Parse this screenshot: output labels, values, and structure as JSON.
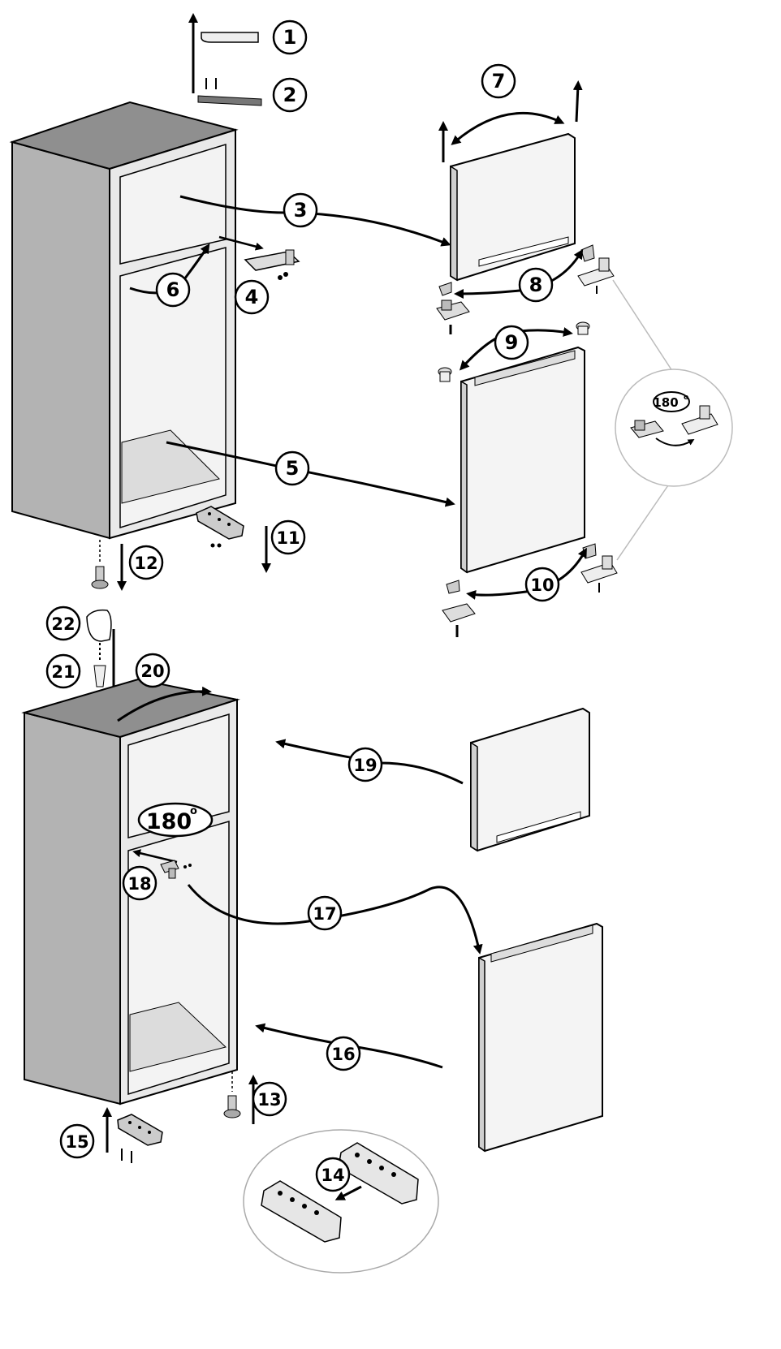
{
  "callouts": [
    "1",
    "2",
    "3",
    "4",
    "5",
    "6",
    "7",
    "8",
    "9",
    "10",
    "11",
    "12",
    "13",
    "14",
    "15",
    "16",
    "17",
    "18",
    "19",
    "20",
    "21",
    "22"
  ],
  "rotation_labels": {
    "upper_detail": "180",
    "lower_fridge": "180",
    "degree_symbol": "o"
  },
  "colors": {
    "cabinet_side": "#b3b3b3",
    "cabinet_top": "#8f8f8f",
    "cabinet_front": "#e6e6e6",
    "door_face": "#f4f4f4",
    "door_edge": "#cfcfcf",
    "line": "#000000",
    "leader": "#bbbbbb"
  }
}
